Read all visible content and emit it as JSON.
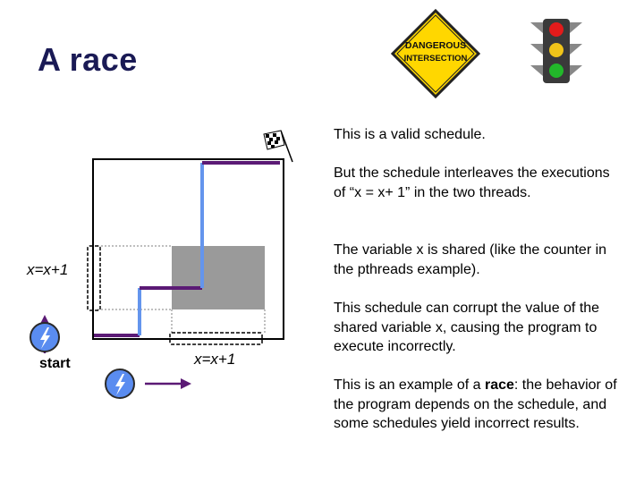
{
  "slide": {
    "title": "A race"
  },
  "icons": {
    "sign": "dangerous-intersection-sign-icon",
    "traffic_light": "traffic-light-icon",
    "finish": "checkered-flag-icon",
    "start": "lightning-bolt-icon"
  },
  "sign": {
    "line1": "DANGEROUS",
    "line2": "INTERSECTION"
  },
  "diagram": {
    "x_axis_label": "x=x+1",
    "y_axis_label": "x=x+1",
    "start_label": "start"
  },
  "text": {
    "p1": "This is a valid schedule.",
    "p2": "But the schedule interleaves the executions of “x = x+ 1” in the two threads.",
    "p3": "The variable x is shared (like the counter in the pthreads example).",
    "p4": "This schedule can corrupt the value of the shared variable x, causing the program to execute incorrectly.",
    "p5_before": "This is an example of a ",
    "p5_bold": "race",
    "p5_after": ": the behavior of the program depends on the schedule, and some schedules yield incorrect results."
  },
  "colors": {
    "title": "#1a1a55",
    "path_vertical": "#6495ED",
    "path_horizontal": "#5B1A75",
    "conflict_region": "#9a9a9a",
    "sign_yellow": "#FFD700",
    "start_button": "#5a8cf0"
  }
}
